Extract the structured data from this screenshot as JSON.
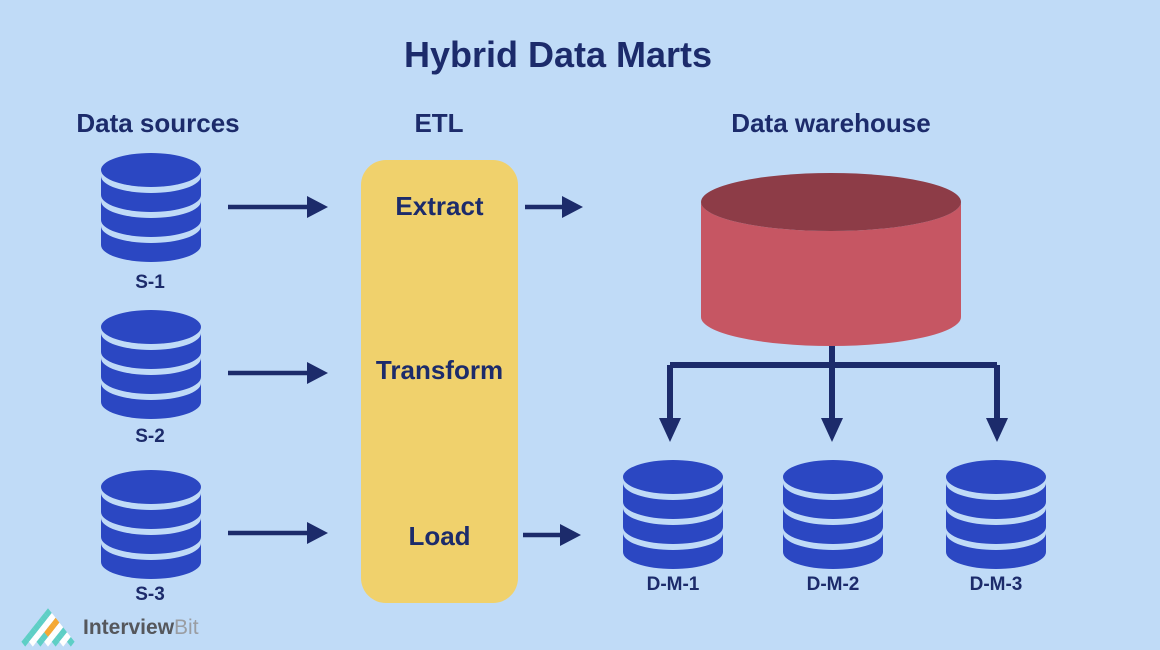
{
  "title": "Hybrid Data Marts",
  "headers": {
    "sources": "Data sources",
    "etl": "ETL",
    "warehouse": "Data warehouse"
  },
  "sources": [
    {
      "label": "S-1"
    },
    {
      "label": "S-2"
    },
    {
      "label": "S-3"
    }
  ],
  "etl_steps": [
    {
      "label": "Extract"
    },
    {
      "label": "Transform"
    },
    {
      "label": "Load"
    }
  ],
  "data_marts": [
    {
      "label": "D-M-1"
    },
    {
      "label": "D-M-2"
    },
    {
      "label": "D-M-3"
    }
  ],
  "logo": {
    "brand_bold": "Interview",
    "brand_light": "Bit",
    "pyramid": {
      "diamond_colors": {
        "T": "#5ecfc5",
        "W": "#ffffff",
        "O": "#f5a833"
      },
      "rows": [
        "T",
        "TW",
        "TWO",
        "TWOW",
        "TWOWT",
        "TWTWTW",
        "TWTWTWT"
      ]
    }
  },
  "colors": {
    "background": "#c0dbf7",
    "text_navy": "#1c2b6b",
    "database_blue": "#2b47c2",
    "etl_yellow": "#f0d16c",
    "warehouse_body": "#c65663",
    "warehouse_top": "#8d3c47",
    "logo_teal": "#5ecfc5",
    "logo_orange": "#f5a833",
    "logo_text_dark": "#55575c",
    "logo_text_light": "#9a9da2"
  }
}
